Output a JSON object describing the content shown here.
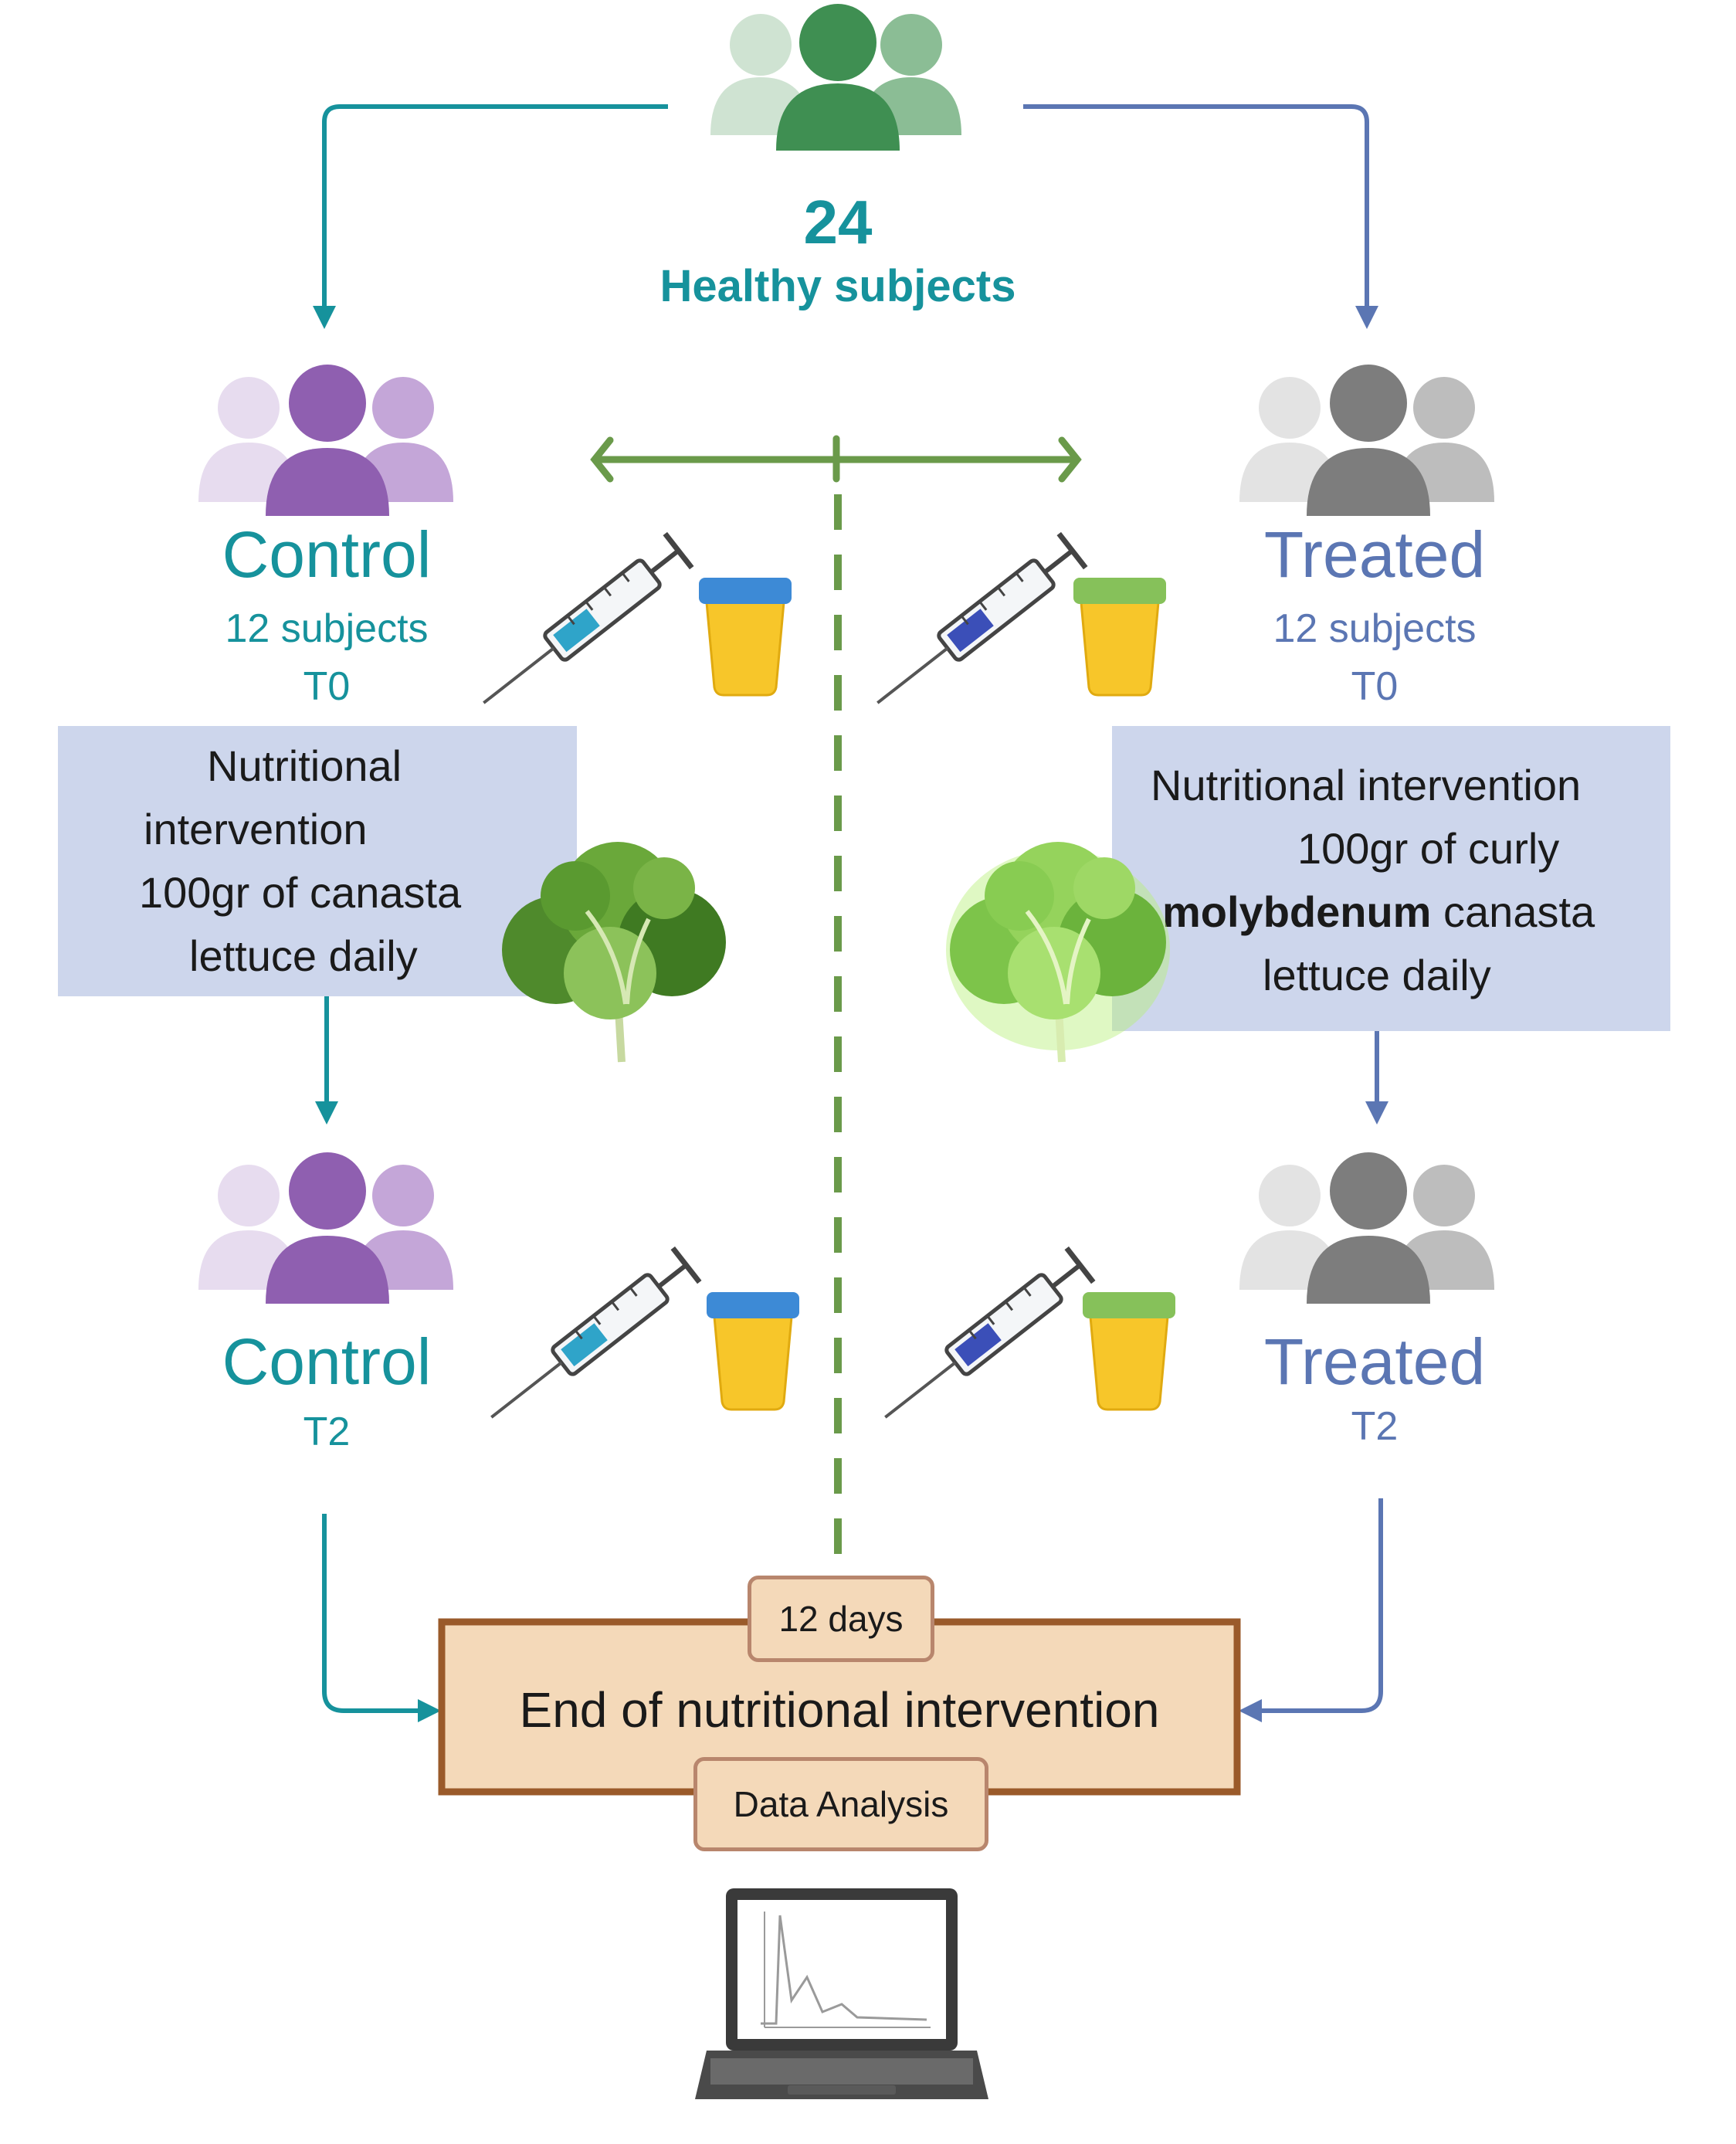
{
  "colors": {
    "teal": "#16929c",
    "blue": "#5b76b3",
    "green": "#6a9a4a",
    "purple": "#8f5fb0",
    "gray": "#8a8a8a",
    "box_fill": "#cdd6ec",
    "end_box_fill": "#f4d9b9",
    "end_box_border": "#9a5a2a"
  },
  "top": {
    "icon": "people-group-icon",
    "count": "24",
    "label": "Healthy subjects"
  },
  "control": {
    "t0": {
      "icon": "people-group-icon",
      "title": "Control",
      "subjects": "12 subjects",
      "timepoint": "T0"
    },
    "intervention": {
      "line1": "Nutritional",
      "line2": "intervention",
      "line3": "100gr of canasta",
      "line4": "lettuce daily"
    },
    "t2": {
      "icon": "people-group-icon",
      "title": "Control",
      "timepoint": "T2"
    },
    "sample_icons": [
      "syringe-icon",
      "urine-cup-icon"
    ]
  },
  "treated": {
    "t0": {
      "icon": "people-group-icon",
      "title": "Treated",
      "subjects": "12 subjects",
      "timepoint": "T0"
    },
    "intervention": {
      "line1": "Nutritional intervention",
      "line2": "100gr of curly",
      "line3_bold": "molybdenum",
      "line3_rest": " canasta",
      "line4": "lettuce daily"
    },
    "t2": {
      "icon": "people-group-icon",
      "title": "Treated",
      "timepoint": "T2"
    },
    "sample_icons": [
      "syringe-icon",
      "urine-cup-icon"
    ]
  },
  "end": {
    "duration": "12 days",
    "title": "End of nutritional intervention",
    "analysis": "Data Analysis",
    "icon": "laptop-icon"
  }
}
